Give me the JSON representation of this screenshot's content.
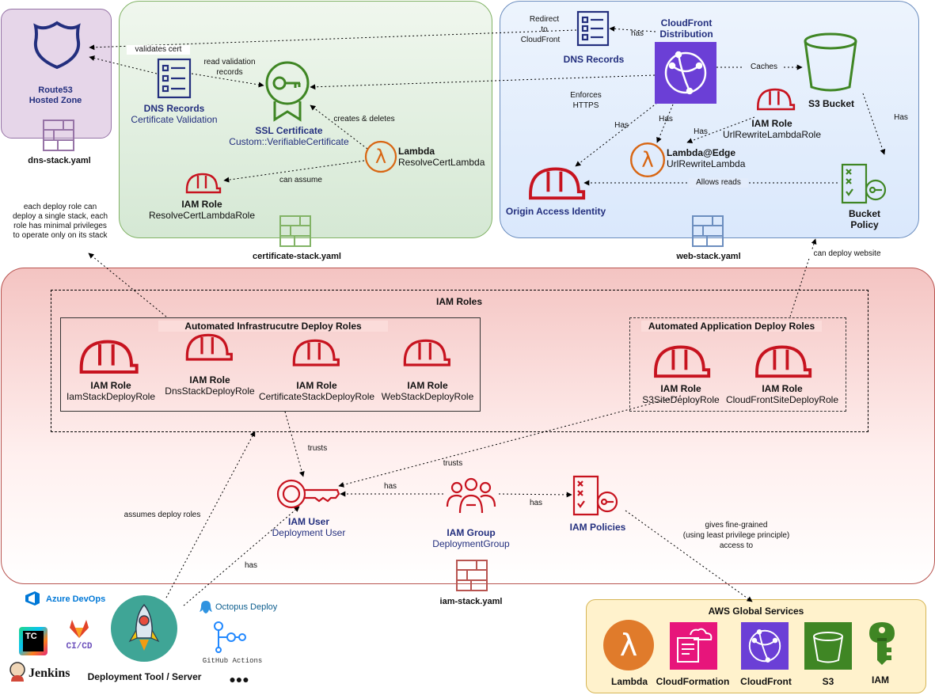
{
  "zones": {
    "dns": {
      "file": "dns-stack.yaml",
      "name": "Route53",
      "name2": "Hosted Zone"
    },
    "certificate": {
      "file": "certificate-stack.yaml"
    },
    "web": {
      "file": "web-stack.yaml"
    },
    "iam": {
      "file": "iam-stack.yaml",
      "title": "IAM Roles"
    },
    "global": {
      "title": "AWS Global Services"
    }
  },
  "cert": {
    "dns_records_title": "DNS Records",
    "dns_records_sub": "Certificate Validation",
    "ssl_title": "SSL Certificate",
    "ssl_sub": "Custom::VerifiableCertificate",
    "lambda_title": "Lambda",
    "lambda_sub": "ResolveCertLambda",
    "role_title": "IAM Role",
    "role_sub": "ResolveCertLambdaRole"
  },
  "web": {
    "dns_records_title": "DNS Records",
    "cloudfront_title": "CloudFront",
    "cloudfront_title2": "Distribution",
    "s3_title": "S3 Bucket",
    "role_title": "IAM Role",
    "role_sub": "UrlRewriteLambdaRole",
    "edge_title": "Lambda@Edge",
    "edge_sub": "UrlRewriteLambda",
    "oai_title": "Origin Access Identity",
    "policy_title": "Bucket",
    "policy_title2": "Policy"
  },
  "edges": {
    "validates_cert": "validates cert",
    "read_validation_1": "read validation",
    "read_validation_2": "records",
    "creates_deletes": "creates & deletes",
    "can_assume": "can assume",
    "redirect_1": "Redirect",
    "redirect_2": "to",
    "redirect_3": "CloudFront",
    "has_dns": "has",
    "caches": "Caches",
    "enforces_1": "Enforces",
    "enforces_2": "HTTPS",
    "has_oai": "Has",
    "has_edge": "Has",
    "has_role": "Has",
    "has_policy": "Has",
    "allows_reads": "Allows reads",
    "can_deploy_website": "can deploy website",
    "assumes_deploy_roles": "assumes deploy roles",
    "trusts_1": "trusts",
    "trusts_2": "trusts",
    "has_user": "has",
    "has_policies": "has",
    "has_tool": "has",
    "fine_grained_1": "gives fine-grained",
    "fine_grained_2": "(using least privilege principle)",
    "fine_grained_3": "access to"
  },
  "note": {
    "line1": "each deploy role can",
    "line2": "deploy a single stack, each",
    "line3": "role has minimal privileges",
    "line4": "to operate only on its stack"
  },
  "iam_roles": {
    "infra_title": "Automated Infrastrucutre Deploy Roles",
    "app_title": "Automated Application Deploy Roles",
    "role_label": "IAM Role",
    "infra": [
      "IamStackDeployRole",
      "DnsStackDeployRole",
      "CertificateStackDeployRole",
      "WebStackDeployRole"
    ],
    "app": [
      "S3SiteDeployRole",
      "CloudFrontSiteDeployRole"
    ]
  },
  "iam": {
    "user_title": "IAM User",
    "user_sub": "Deployment User",
    "group_title": "IAM Group",
    "group_sub": "DeploymentGroup",
    "policies_title": "IAM Policies"
  },
  "tools": {
    "azure": "Azure DevOps",
    "octopus": "Octopus Deploy",
    "github": "GitHub Actions",
    "gitlab": "CI/CD",
    "jenkins": "Jenkins",
    "tc": "TC",
    "server": "Deployment Tool / Server",
    "more": "●●●"
  },
  "services": [
    "Lambda",
    "CloudFormation",
    "CloudFront",
    "S3",
    "IAM"
  ],
  "colors": {
    "dns_zone": "#e6d6e9",
    "cert_zone": "#d5e8d4",
    "web_zone": "#dae8fc",
    "iam_zone": "#f8cecc",
    "global_zone": "#fff2cc",
    "iam_red": "#c7131f",
    "lambda_orange": "#d86613",
    "cloudfront_purple": "#6b3fd6",
    "s3_green": "#3f8624",
    "navy": "#232f7e"
  }
}
